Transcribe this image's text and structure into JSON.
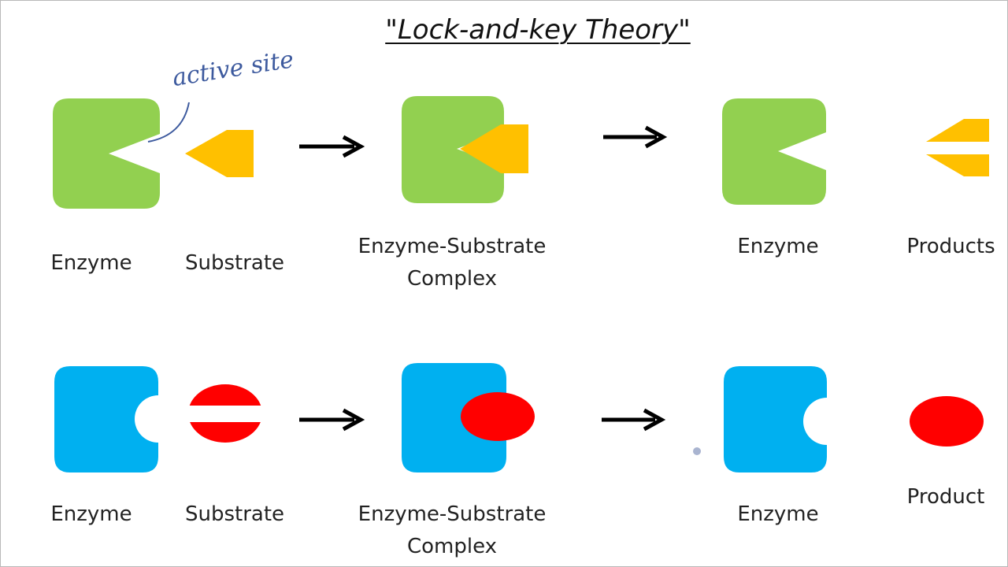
{
  "title": "\"Lock-and-key Theory\"",
  "annotation": "active site",
  "row1": {
    "labels": {
      "enzyme": "Enzyme",
      "substrate": "Substrate",
      "complex_line1": "Enzyme-Substrate",
      "complex_line2": "Complex",
      "enzyme_after": "Enzyme",
      "products": "Products"
    }
  },
  "row2": {
    "labels": {
      "enzyme": "Enzyme",
      "substrate": "Substrate",
      "complex_line1": "Enzyme-Substrate",
      "complex_line2": "Complex",
      "enzyme_after": "Enzyme",
      "product": "Product"
    }
  },
  "colors": {
    "enzyme_green": "#92d050",
    "substrate_yellow": "#ffc000",
    "enzyme_blue": "#00b0f0",
    "substrate_red": "#ff0000",
    "arrow": "#000000",
    "annotation_ink": "#3d5a9e"
  }
}
